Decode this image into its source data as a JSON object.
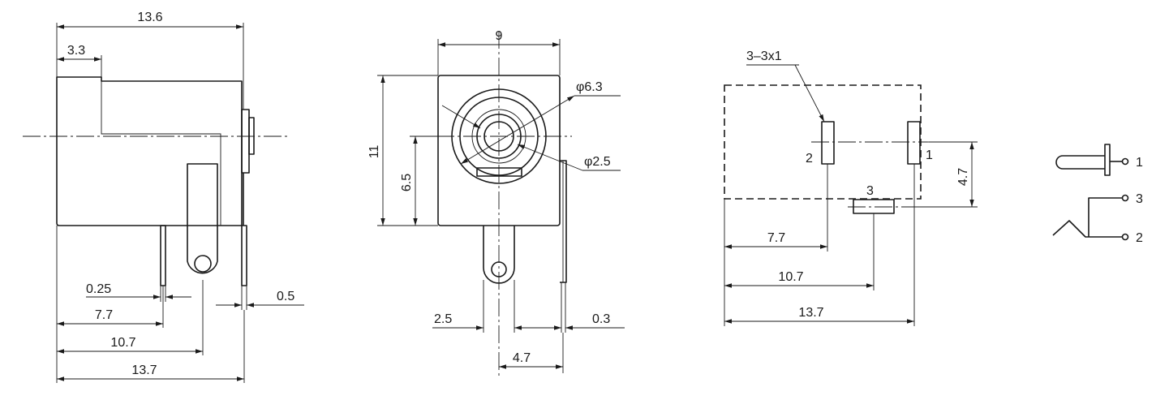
{
  "side_view": {
    "dims": {
      "overall_length": "13.6",
      "front_step": "3.3",
      "pin_thickness": "0.25",
      "side_pin_thickness": "0.5",
      "pin1_offset": "7.7",
      "pin3_offset": "10.7",
      "pin2_offset": "13.7"
    }
  },
  "front_view": {
    "dims": {
      "width": "9",
      "height": "11",
      "center_height": "6.5",
      "outer_diameter": "φ6.3",
      "pin_diameter": "φ2.5",
      "tab_width": "2.5",
      "side_pin_thickness": "0.3",
      "pin_spacing": "4.7"
    }
  },
  "footprint_view": {
    "slot_note": "3–3x1",
    "pins": {
      "p1": "1",
      "p2": "2",
      "p3": "3"
    },
    "dims": {
      "pin3_vertical": "4.7",
      "pin2_offset": "7.7",
      "pin3_offset": "10.7",
      "pin1_offset": "13.7"
    }
  },
  "schematic": {
    "pins": {
      "p1": "1",
      "p3": "3",
      "p2": "2"
    }
  }
}
